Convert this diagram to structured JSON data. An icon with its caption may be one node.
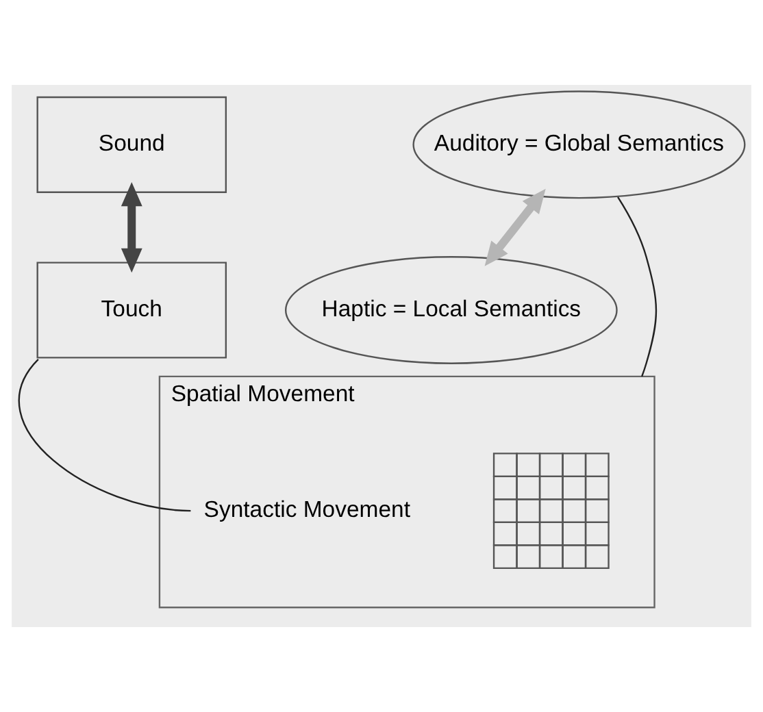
{
  "diagram": {
    "nodes": [
      {
        "text": [
          "Sound"
        ]
      },
      {
        "text": [
          "Touch"
        ]
      },
      {
        "text": [
          "Auditory = Global Semantics"
        ]
      },
      {
        "text": [
          "Haptic = Local Semantics"
        ]
      },
      {
        "text": [
          "Spatial Movement"
        ]
      },
      {
        "text": [],
        "shape": "picture",
        "in": 4
      },
      {
        "text": [
          "Syntactic Movement"
        ],
        "in": 4
      }
    ],
    "edges": [
      {
        "from": 0,
        "to": 1,
        "arrow": "both",
        "style": "thick",
        "color": "#444444"
      },
      {
        "from": 2,
        "to": 3,
        "arrow": "both",
        "style": "thick",
        "color": "#b5b5b5"
      },
      {
        "from": 1,
        "to": 6,
        "arrow": "none"
      },
      {
        "from": 2,
        "to": 4,
        "arrow": "none"
      }
    ]
  }
}
